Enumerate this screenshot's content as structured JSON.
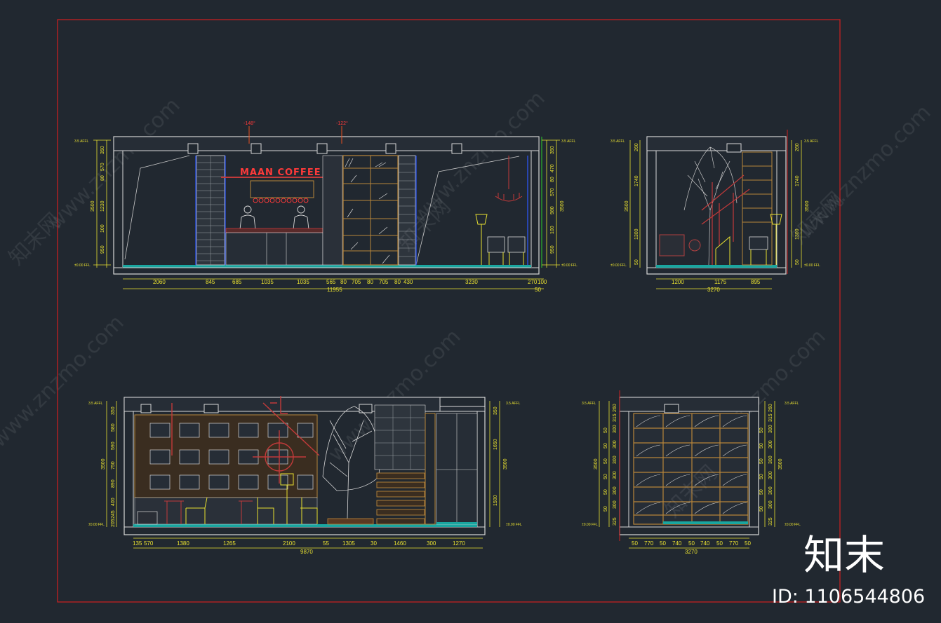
{
  "sign": "MAAN COFFEE",
  "pendants": [
    "-148°",
    "-122°"
  ],
  "brand": "知末",
  "id_text": "ID: 1106544806",
  "watermark": "www.znzmo.com",
  "watermark_cn": "知末网",
  "level_top": "3.5 AFFL",
  "level_floor": "±0.00 FFL",
  "elev_a": {
    "horiz_dims": [
      "2060",
      "845",
      "685",
      "1035",
      "1035",
      "565",
      "80",
      "705",
      "80",
      "705",
      "80",
      "430",
      "3230",
      "270",
      "100"
    ],
    "total": "11955",
    "extra": "50",
    "left_dims": [
      "350",
      "570",
      "80",
      "1230",
      "100",
      "950",
      "3500"
    ],
    "right_dims": [
      "350",
      "470",
      "80",
      "570",
      "3500",
      "980",
      "100",
      "950"
    ]
  },
  "elev_b": {
    "horiz_dims": [
      "1200",
      "1175",
      "895"
    ],
    "total": "3270",
    "left_dims": [
      "260",
      "1740",
      "3500",
      "1300",
      "50"
    ],
    "right_dims": [
      "260",
      "1740",
      "3500",
      "1300",
      "50"
    ]
  },
  "elev_c": {
    "horiz_dims": [
      "135",
      "570",
      "1380",
      "1265",
      "2100",
      "55",
      "1305",
      "30",
      "1460",
      "300",
      "1270"
    ],
    "total": "9870",
    "left_dims": [
      "350",
      "580",
      "590",
      "3500",
      "750",
      "890",
      "400",
      "245",
      "205"
    ],
    "right_dims": [
      "350",
      "1650",
      "3500",
      "1500"
    ]
  },
  "elev_d": {
    "horiz_dims": [
      "50",
      "770",
      "50",
      "740",
      "50",
      "740",
      "50",
      "770",
      "50"
    ],
    "total": "3270",
    "left_dims": [
      "260",
      "315",
      "300",
      "50",
      "300",
      "50",
      "300",
      "50",
      "300",
      "50",
      "300",
      "50",
      "300",
      "50",
      "325",
      "3500"
    ],
    "right_dims": [
      "260",
      "315",
      "300",
      "50",
      "300",
      "50",
      "300",
      "50",
      "300",
      "50",
      "300",
      "50",
      "300",
      "50",
      "325",
      "3500"
    ]
  }
}
